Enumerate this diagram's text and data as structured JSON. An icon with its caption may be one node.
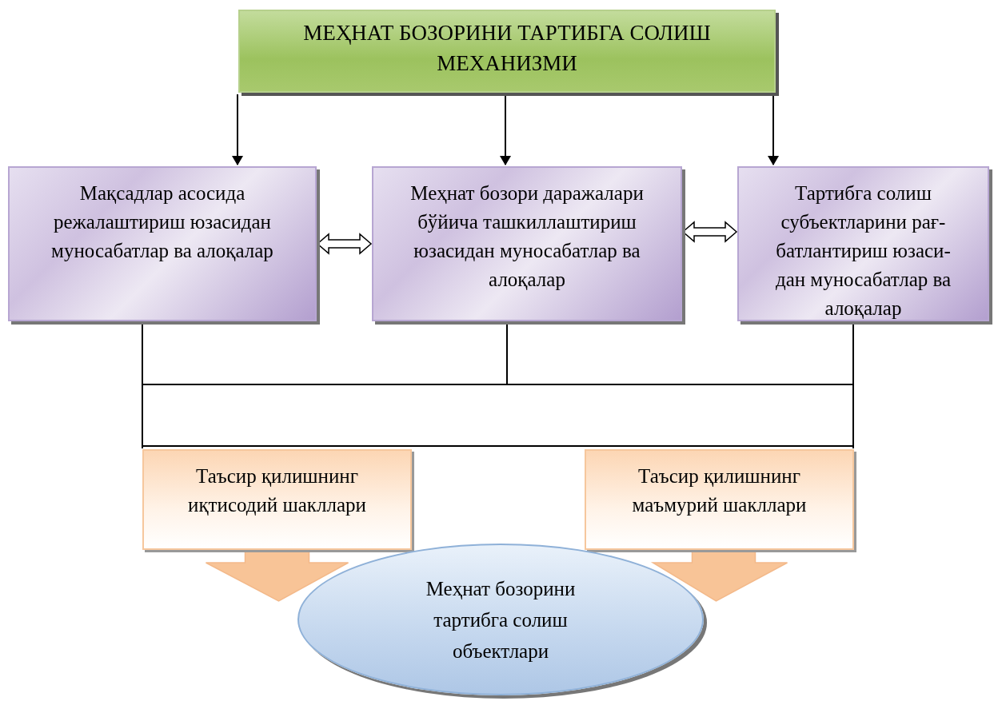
{
  "diagram": {
    "nodes": [
      {
        "text": [
          "МЕҲНАТ БОЗОРИНИ ТАРТИБГА СОЛИШ МЕХАНИЗМИ"
        ]
      },
      {
        "text": [
          "Мақсадлар асосида режалаштириш юзасидан муносабатлар ва алоқалар"
        ]
      },
      {
        "text": [
          "Меҳнат бозори даражалари бўйича ташкиллаштириш юзасидан муносабатлар ва алоқалар"
        ]
      },
      {
        "text": [
          "Тартибга солиш субъектларини рағ- батлантириш юзаси- дан муносабатлар ва алоқалар"
        ]
      },
      {
        "text": [
          "Таъсир қилишнинг иқтисодий шакллари"
        ]
      },
      {
        "text": [
          "Таъсир қилишнинг маъмурий шакллари"
        ]
      },
      {
        "text": [
          "Меҳнат бозорини тартибга солиш объектлари"
        ]
      }
    ],
    "edges": [
      {
        "from": 0,
        "to": 1,
        "arrow": "to"
      },
      {
        "from": 0,
        "to": 2,
        "arrow": "to"
      },
      {
        "from": 0,
        "to": 3,
        "arrow": "to"
      },
      {
        "from": 1,
        "to": 2,
        "arrow": "both"
      },
      {
        "from": 2,
        "to": 3,
        "arrow": "both"
      },
      {
        "from": 1,
        "to": 4,
        "arrow": "none"
      },
      {
        "from": 1,
        "to": 5,
        "arrow": "none"
      },
      {
        "from": 2,
        "to": 4,
        "arrow": "none"
      },
      {
        "from": 2,
        "to": 5,
        "arrow": "none"
      },
      {
        "from": 3,
        "to": 4,
        "arrow": "none"
      },
      {
        "from": 3,
        "to": 5,
        "arrow": "none"
      },
      {
        "from": 4,
        "to": 6,
        "arrow": "to",
        "style": "thick",
        "color": "#f8c497"
      },
      {
        "from": 5,
        "to": 6,
        "arrow": "to",
        "style": "thick",
        "color": "#f8c497"
      }
    ]
  }
}
